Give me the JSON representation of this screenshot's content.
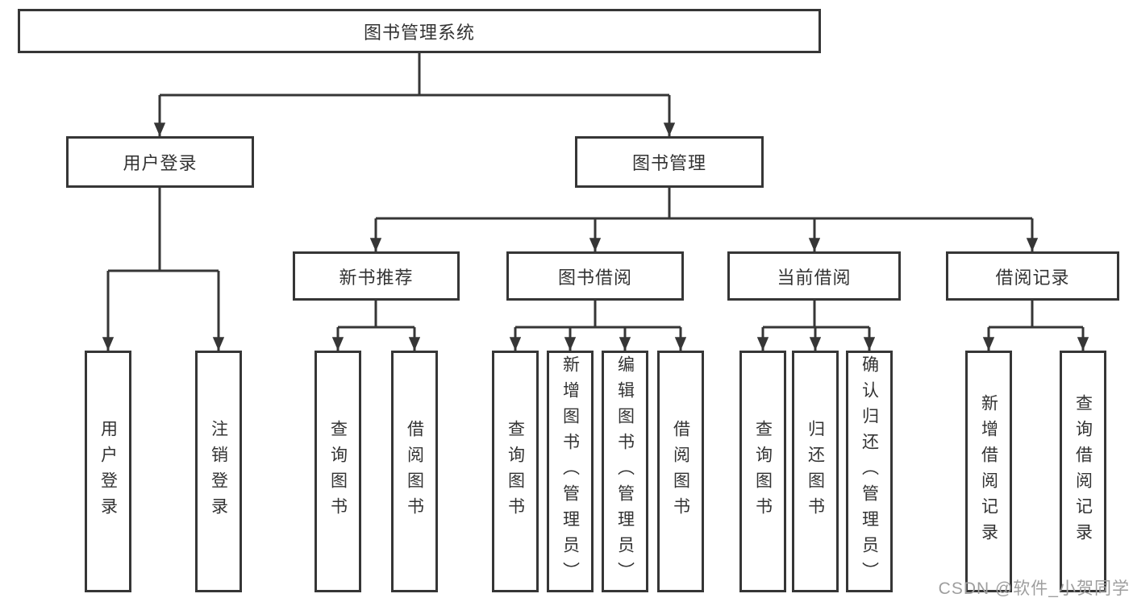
{
  "diagram": {
    "title": "图书管理系统",
    "level2": [
      {
        "label": "用户登录"
      },
      {
        "label": "图书管理"
      }
    ],
    "level3": [
      {
        "label": "新书推荐",
        "parent": "图书管理"
      },
      {
        "label": "图书借阅",
        "parent": "图书管理"
      },
      {
        "label": "当前借阅",
        "parent": "图书管理"
      },
      {
        "label": "借阅记录",
        "parent": "图书管理"
      }
    ],
    "leaves": [
      {
        "label": "用户登录",
        "parent": "用户登录"
      },
      {
        "label": "注销登录",
        "parent": "用户登录"
      },
      {
        "label": "查询图书",
        "parent": "新书推荐"
      },
      {
        "label": "借阅图书",
        "parent": "新书推荐"
      },
      {
        "label": "查询图书",
        "parent": "图书借阅"
      },
      {
        "label": "新增图书（管理员）",
        "parent": "图书借阅"
      },
      {
        "label": "编辑图书（管理员）",
        "parent": "图书借阅"
      },
      {
        "label": "借阅图书",
        "parent": "图书借阅"
      },
      {
        "label": "查询图书",
        "parent": "当前借阅"
      },
      {
        "label": "归还图书",
        "parent": "当前借阅"
      },
      {
        "label": "确认归还（管理员）",
        "parent": "当前借阅"
      },
      {
        "label": "新增借阅记录",
        "parent": "借阅记录"
      },
      {
        "label": "查询借阅记录",
        "parent": "借阅记录"
      }
    ],
    "watermark": "CSDN @软件_小贺同学",
    "colors": {
      "line": "#363636",
      "box_border": "#363636",
      "box_fill": "#ffffff",
      "text": "#333333",
      "watermark": "#9e9e9e",
      "background": "#ffffff"
    }
  }
}
